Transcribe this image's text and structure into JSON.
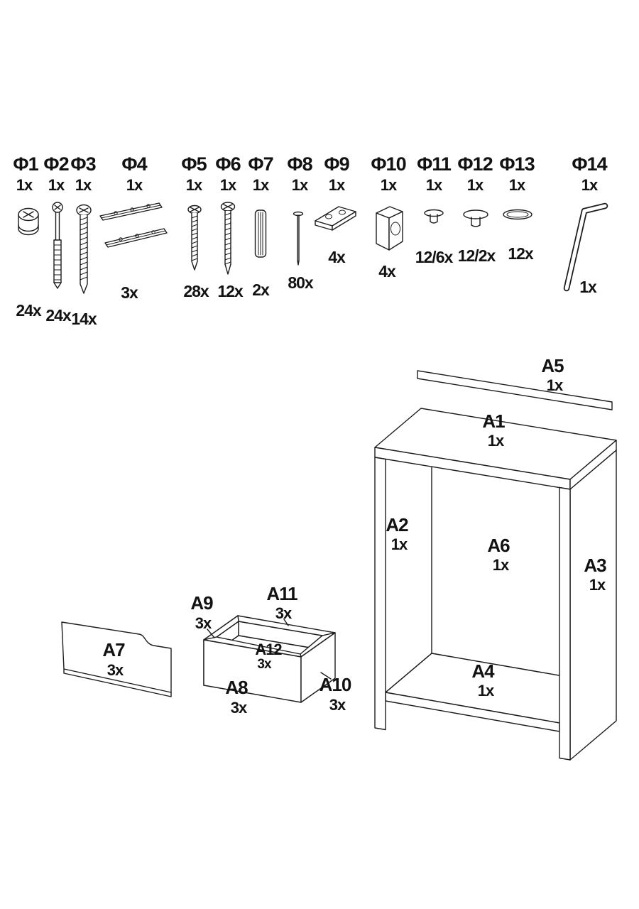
{
  "hardware": {
    "items": [
      {
        "id": "Φ1",
        "pack": "1x",
        "qty": "24x",
        "icon": "cam-lock"
      },
      {
        "id": "Φ2",
        "pack": "1x",
        "qty": "24x",
        "icon": "cam-bolt"
      },
      {
        "id": "Φ3",
        "pack": "1x",
        "qty": "14x",
        "icon": "round-head-bolt"
      },
      {
        "id": "Φ4",
        "pack": "1x",
        "qty": "3x",
        "icon": "drawer-slide-pair"
      },
      {
        "id": "Φ5",
        "pack": "1x",
        "qty": "28x",
        "icon": "wood-screw"
      },
      {
        "id": "Φ6",
        "pack": "1x",
        "qty": "12x",
        "icon": "wood-screw-large"
      },
      {
        "id": "Φ7",
        "pack": "1x",
        "qty": "2x",
        "icon": "wood-dowel"
      },
      {
        "id": "Φ8",
        "pack": "1x",
        "qty": "80x",
        "icon": "nail"
      },
      {
        "id": "Φ9",
        "pack": "1x",
        "qty": "4x",
        "icon": "flat-bracket"
      },
      {
        "id": "Φ10",
        "pack": "1x",
        "qty": "4x",
        "icon": "corner-bracket"
      },
      {
        "id": "Φ11",
        "pack": "1x",
        "qty": "12/6x",
        "icon": "cover-cap-small"
      },
      {
        "id": "Φ12",
        "pack": "1x",
        "qty": "12/2x",
        "icon": "cover-cap-medium"
      },
      {
        "id": "Φ13",
        "pack": "1x",
        "qty": "12x",
        "icon": "cover-cap-flat"
      },
      {
        "id": "Φ14",
        "pack": "1x",
        "qty": "1x",
        "icon": "allen-key"
      }
    ]
  },
  "parts": {
    "items": [
      {
        "id": "A1",
        "qty": "1x"
      },
      {
        "id": "A2",
        "qty": "1x"
      },
      {
        "id": "A3",
        "qty": "1x"
      },
      {
        "id": "A4",
        "qty": "1x"
      },
      {
        "id": "A5",
        "qty": "1x"
      },
      {
        "id": "A6",
        "qty": "1x"
      },
      {
        "id": "A7",
        "qty": "3x"
      },
      {
        "id": "A8",
        "qty": "3x"
      },
      {
        "id": "A9",
        "qty": "3x"
      },
      {
        "id": "A10",
        "qty": "3x"
      },
      {
        "id": "A11",
        "qty": "3x"
      },
      {
        "id": "A12",
        "qty": "3x"
      }
    ]
  }
}
